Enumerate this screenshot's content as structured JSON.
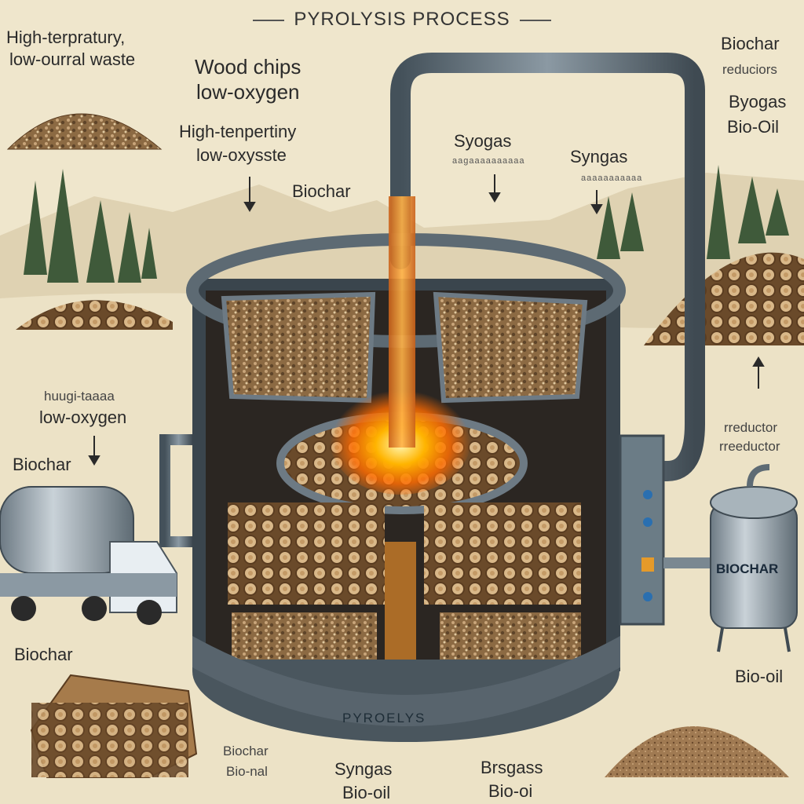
{
  "title": "PYROLYSIS PROCESS",
  "labels": {
    "top_left_line1": "High-terpratury,",
    "top_left_line2": "low-ourral waste",
    "wood_chips_line1": "Wood chips",
    "wood_chips_line2": "low-oxygen",
    "high_temp_line1": "High-tenpertiny",
    "high_temp_line2": "low-oxysste",
    "biochar_mid": "Biochar",
    "syogas": "Syogas",
    "syogas_small": "aagaaaaaaaaaa",
    "syngas_right": "Syngas",
    "syngas_right_small": "aaaaaaaaaaa",
    "right_biochar": "Biochar",
    "right_reduction": "reduciors",
    "right_byogas": "Byogas",
    "right_bio_oil": "Bio-Oil",
    "left_small": "huugi-taaaa",
    "left_low_oxygen": "low-oxygen",
    "left_biochar": "Biochar",
    "right_producto1": "rreductor",
    "right_producto2": "rreeductor",
    "tank_label": "BIOCHAR",
    "bottom_left_biochar": "Biochar",
    "reactor_label": "PYROELYS",
    "bottom_biochar": "Biochar",
    "bottom_bio_nal": "Bio-nal",
    "bottom_syngas": "Syngas",
    "bottom_bio_oil": "Bio-oil",
    "bottom_brsgass": "Brsgass",
    "bottom_bio_o": "Bio-oi",
    "right_bio_oil_bottom": "Bio-oil"
  }
}
